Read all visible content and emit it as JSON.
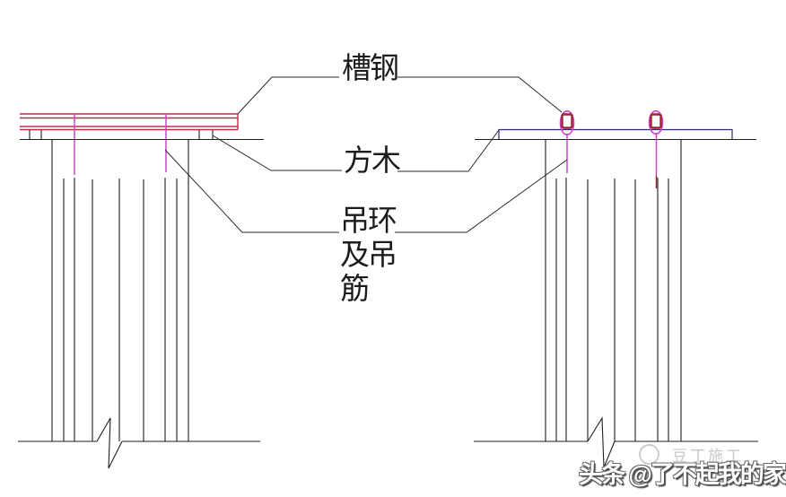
{
  "figure": {
    "type": "construction-detail-drawing",
    "description_visible_text_only": true,
    "labels": {
      "channel_steel": "槽钢",
      "square_timber": "方木",
      "lifting_ring_and_hanger": "吊环\n及吊\n筋"
    },
    "watermark": {
      "ghost_text": "豆丁施工",
      "main_text": "头条 @了不起我的家"
    },
    "colors": {
      "background": "#ffffff",
      "line_black": "#1f1f1f",
      "channel_steel_red": "#c52a48",
      "hanger_bar_magenta": "#c24ac2",
      "lifting_ring_magenta": "#cf3fcf",
      "hook_dark_red": "#9e2434",
      "beam_navy": "#2b2b6b",
      "ghost_watermark_gray": "#c8c8c8",
      "main_watermark_white": "#ffffff"
    }
  }
}
